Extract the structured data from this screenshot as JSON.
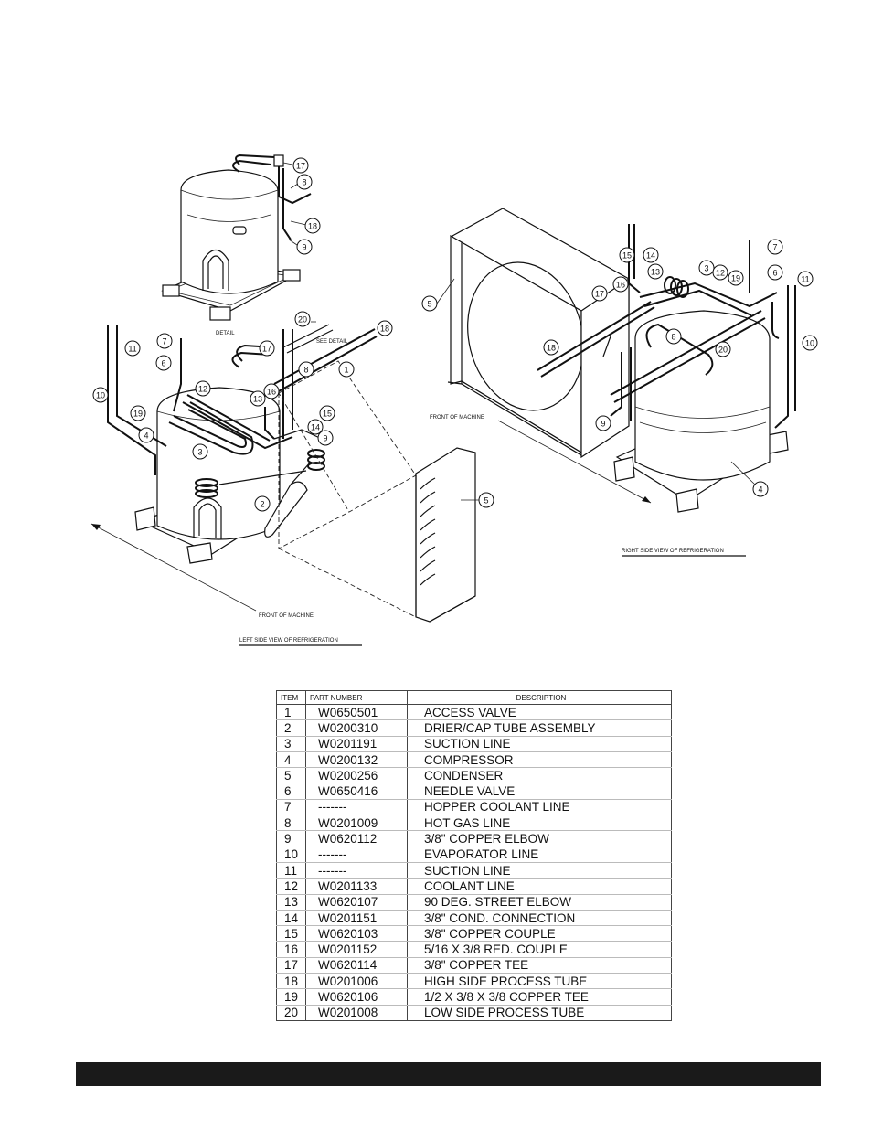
{
  "drawing": {
    "labels": {
      "detail": "DETAIL",
      "see_detail": "SEE DETAIL",
      "front_left": "FRONT OF MACHINE",
      "front_right": "FRONT OF MACHINE",
      "left_view": "LEFT SIDE VIEW OF REFRIGERATION",
      "right_view": "RIGHT SIDE VIEW OF REFRIGERATION"
    },
    "callouts": {
      "d17": "17",
      "d8": "8",
      "d18": "18",
      "d9": "9",
      "l20": "20",
      "l18": "18",
      "l7": "7",
      "l11": "11",
      "l10": "10",
      "l6": "6",
      "l17": "17",
      "l8": "8",
      "l1": "1",
      "l12": "12",
      "l13": "13",
      "l16": "16",
      "l15": "15",
      "l19": "19",
      "l14": "14",
      "l9": "9",
      "l4": "4",
      "l3": "3",
      "l2": "2",
      "l5": "5",
      "r15": "15",
      "r14": "14",
      "r13": "13",
      "r16": "16",
      "r17": "17",
      "r3": "3",
      "r12": "12",
      "r19": "19",
      "r7": "7",
      "r6": "6",
      "r11": "11",
      "r10": "10",
      "r5": "5",
      "r18": "18",
      "r8": "8",
      "r20": "20",
      "r9": "9",
      "r4": "4"
    }
  },
  "parts_table": {
    "headers": [
      "ITEM",
      "PART NUMBER",
      "DESCRIPTION"
    ],
    "rows": [
      {
        "item": "1",
        "part": "W0650501",
        "desc": "ACCESS VALVE"
      },
      {
        "item": "2",
        "part": "W0200310",
        "desc": "DRIER/CAP TUBE ASSEMBLY"
      },
      {
        "item": "3",
        "part": "W0201191",
        "desc": "SUCTION LINE"
      },
      {
        "item": "4",
        "part": "W0200132",
        "desc": "COMPRESSOR"
      },
      {
        "item": "5",
        "part": "W0200256",
        "desc": "CONDENSER"
      },
      {
        "item": "6",
        "part": "W0650416",
        "desc": "NEEDLE VALVE"
      },
      {
        "item": "7",
        "part": "-------",
        "desc": "HOPPER COOLANT LINE"
      },
      {
        "item": "8",
        "part": "W0201009",
        "desc": "HOT GAS LINE"
      },
      {
        "item": "9",
        "part": "W0620112",
        "desc": "3/8\" COPPER ELBOW"
      },
      {
        "item": "10",
        "part": "-------",
        "desc": "EVAPORATOR LINE"
      },
      {
        "item": "11",
        "part": "-------",
        "desc": "SUCTION LINE"
      },
      {
        "item": "12",
        "part": "W0201133",
        "desc": "COOLANT LINE"
      },
      {
        "item": "13",
        "part": "W0620107",
        "desc": "90 DEG. STREET ELBOW"
      },
      {
        "item": "14",
        "part": "W0201151",
        "desc": "3/8\" COND. CONNECTION"
      },
      {
        "item": "15",
        "part": "W0620103",
        "desc": "3/8\" COPPER COUPLE"
      },
      {
        "item": "16",
        "part": "W0201152",
        "desc": "5/16 X 3/8 RED. COUPLE"
      },
      {
        "item": "17",
        "part": "W0620114",
        "desc": "3/8\" COPPER TEE"
      },
      {
        "item": "18",
        "part": "W0201006",
        "desc": "HIGH SIDE PROCESS TUBE"
      },
      {
        "item": "19",
        "part": "W0620106",
        "desc": "1/2 X 3/8 X 3/8 COPPER TEE"
      },
      {
        "item": "20",
        "part": "W0201008",
        "desc": "LOW SIDE PROCESS TUBE"
      }
    ]
  }
}
